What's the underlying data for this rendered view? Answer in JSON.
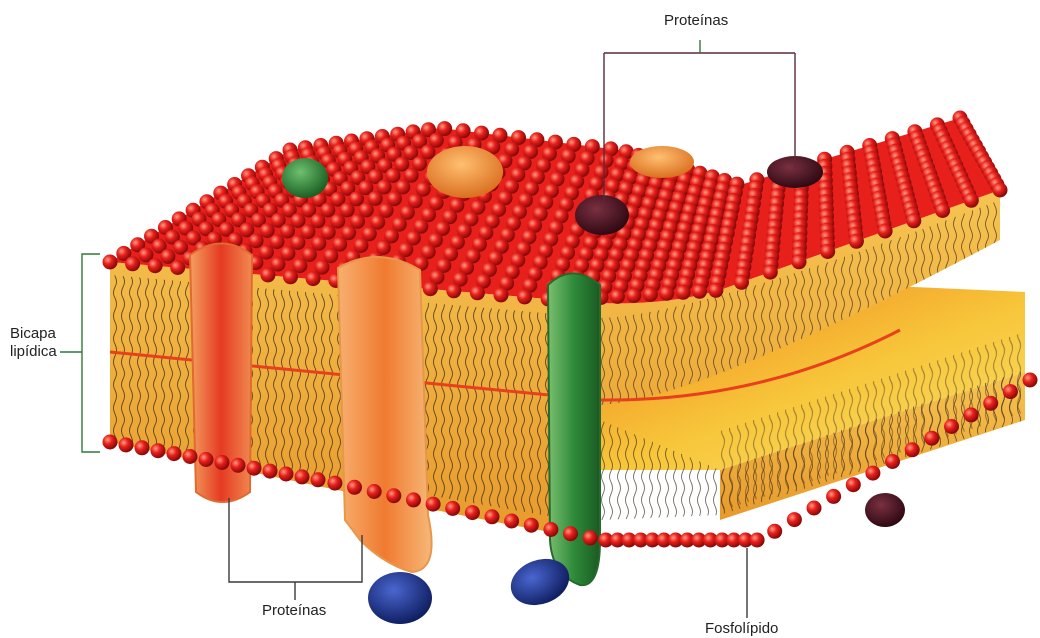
{
  "labels": {
    "proteins_top": "Proteínas",
    "bilayer_line1": "Bicapa",
    "bilayer_line2": "lipídica",
    "proteins_bottom": "Proteínas",
    "phospholipid": "Fosfolípido"
  },
  "colors": {
    "head": "#e8201c",
    "tail_band": "#f0b23a",
    "tails": "#3a2a1a",
    "bracket": "#2f7a3a",
    "protein_orange": "#f08a3a",
    "protein_red": "#e94a2e",
    "protein_green": "#2e8a3a",
    "protein_maroon": "#4a1020",
    "protein_blue": "#1a2f8a"
  }
}
